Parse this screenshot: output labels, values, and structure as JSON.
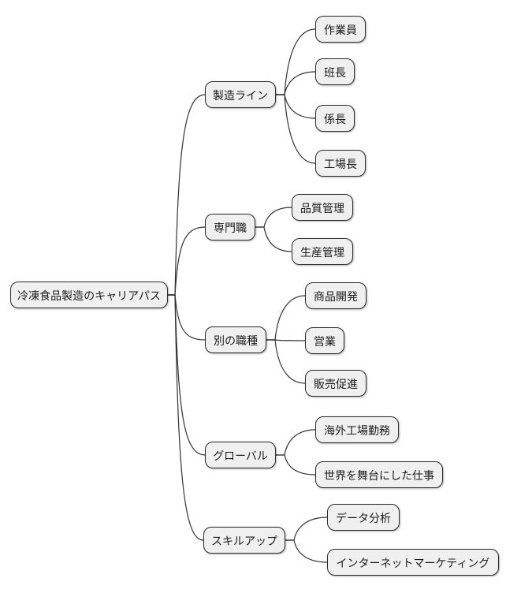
{
  "diagram": {
    "type": "mindmap",
    "colors": {
      "background": "#ffffff",
      "node_fill": "#f0f0f0",
      "node_border": "#2b2b2b",
      "edge": "#333333"
    },
    "root": {
      "label": "冷凍食品製造のキャリアパス"
    },
    "branches": [
      {
        "label": "製造ライン",
        "children": [
          {
            "label": "作業員"
          },
          {
            "label": "班長"
          },
          {
            "label": "係長"
          },
          {
            "label": "工場長"
          }
        ]
      },
      {
        "label": "専門職",
        "children": [
          {
            "label": "品質管理"
          },
          {
            "label": "生産管理"
          }
        ]
      },
      {
        "label": "別の職種",
        "children": [
          {
            "label": "商品開発"
          },
          {
            "label": "営業"
          },
          {
            "label": "販売促進"
          }
        ]
      },
      {
        "label": "グローバル",
        "children": [
          {
            "label": "海外工場勤務"
          },
          {
            "label": "世界を舞台にした仕事"
          }
        ]
      },
      {
        "label": "スキルアップ",
        "children": [
          {
            "label": "データ分析"
          },
          {
            "label": "インターネットマーケティング"
          }
        ]
      }
    ]
  }
}
